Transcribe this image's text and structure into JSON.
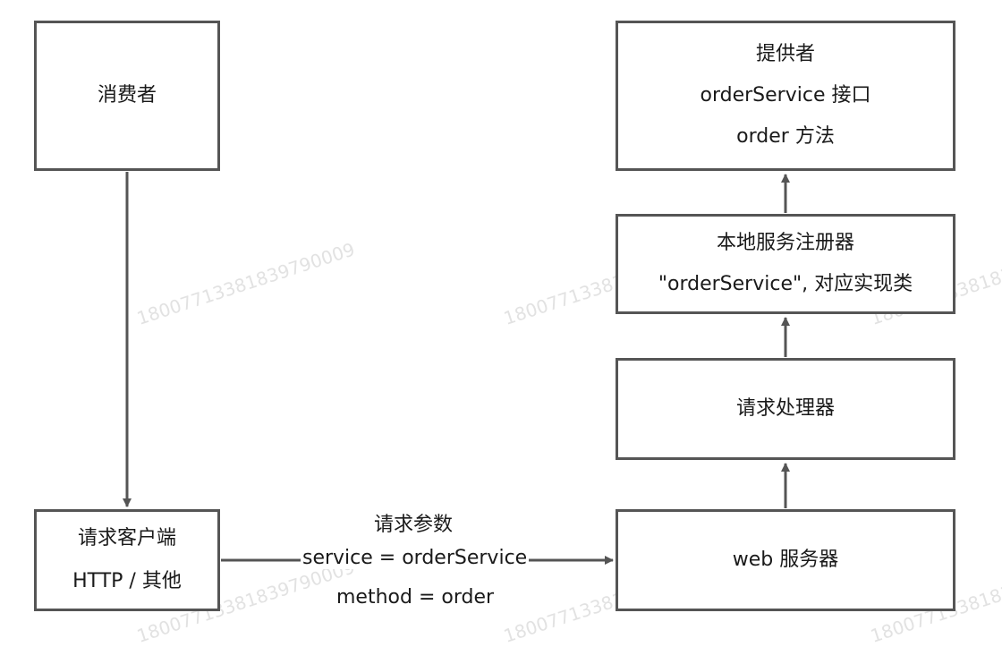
{
  "nodes": {
    "consumer": {
      "lines": [
        "消费者"
      ]
    },
    "client": {
      "lines": [
        "请求客户端",
        "HTTP / 其他"
      ]
    },
    "provider": {
      "lines": [
        "提供者",
        "orderService 接口",
        "order 方法"
      ]
    },
    "registry": {
      "lines": [
        "本地服务注册器",
        "\"orderService\", 对应实现类"
      ]
    },
    "handler": {
      "lines": [
        "请求处理器"
      ]
    },
    "webserver": {
      "lines": [
        "web 服务器"
      ]
    }
  },
  "edges": {
    "request": {
      "title": "请求参数",
      "lines": [
        "service = orderService",
        "method = order"
      ]
    }
  },
  "watermark": "18007713381839790009",
  "colors": {
    "stroke": "#555555",
    "text": "#1a1a1a",
    "background": "#ffffff"
  }
}
